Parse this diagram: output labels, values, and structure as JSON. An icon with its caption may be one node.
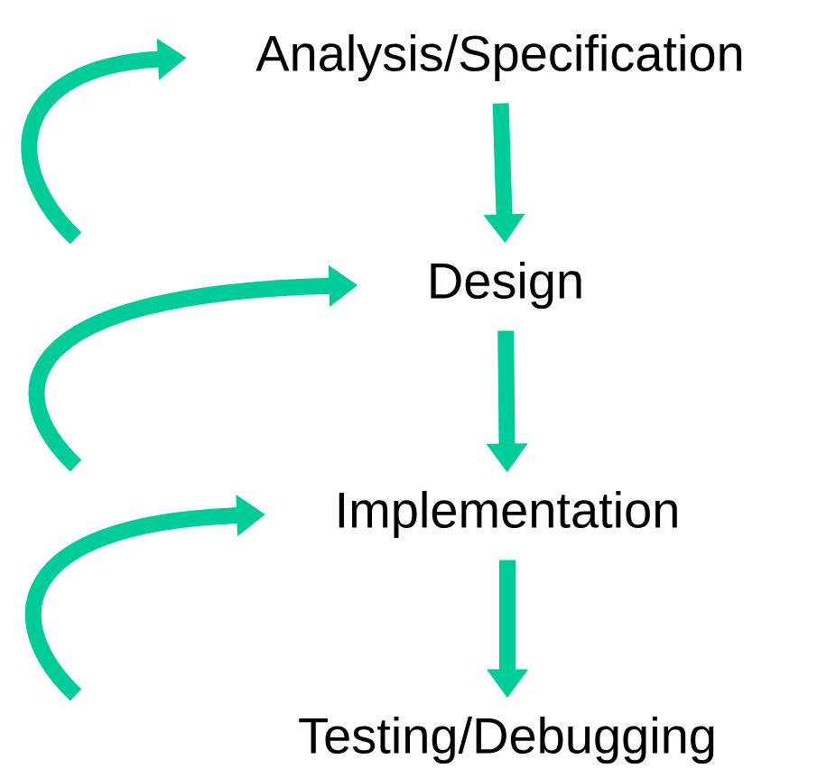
{
  "diagram": {
    "nodes": [
      {
        "text": [
          "Analysis/Specification"
        ]
      },
      {
        "text": [
          "Design"
        ]
      },
      {
        "text": [
          "Implementation"
        ]
      },
      {
        "text": [
          "Testing/Debugging"
        ]
      }
    ],
    "edges": [
      {
        "from": 0,
        "to": 1,
        "arrow": "to"
      },
      {
        "from": 1,
        "to": 2,
        "arrow": "to"
      },
      {
        "from": 2,
        "to": 3,
        "arrow": "to"
      },
      {
        "from": null,
        "to": 0,
        "arrow": "to"
      },
      {
        "from": null,
        "to": 1,
        "arrow": "to"
      },
      {
        "from": null,
        "to": 2,
        "arrow": "to"
      }
    ]
  }
}
